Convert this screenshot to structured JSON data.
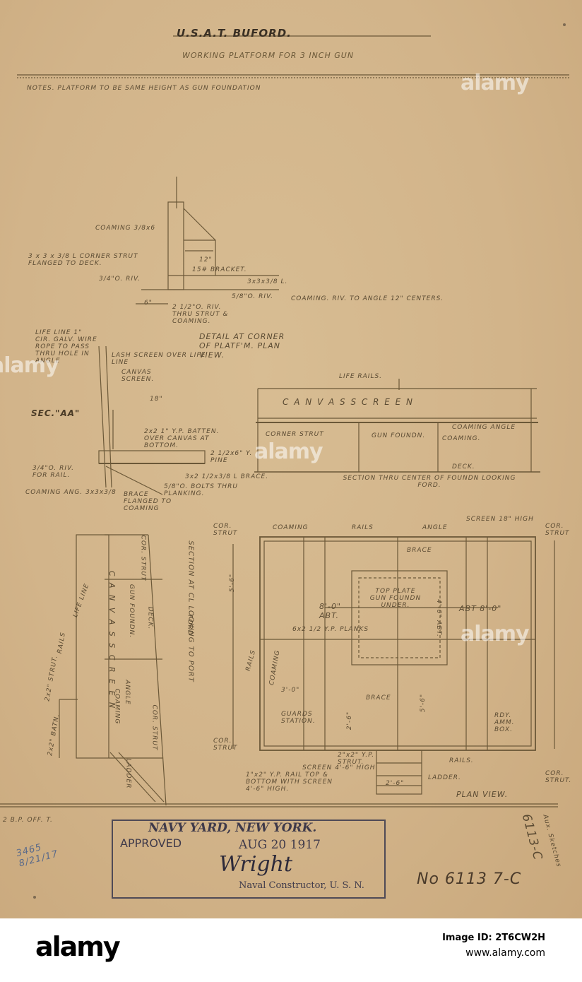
{
  "drawing": {
    "title": "U.S.A.T. BUFORD.",
    "subtitle": "WORKING PLATFORM FOR 3 INCH GUN",
    "notes": "NOTES. PLATFORM TO BE SAME HEIGHT AS GUN FOUNDATION",
    "detail": {
      "coaming": "COAMING 3/8x6",
      "corner_strut": "3 x 3 x 3/8 L CORNER STRUT FLANGED TO DECK.",
      "riv_34": "3/4\"O. RIV.",
      "dim_12": "12\"",
      "bracket": "15# BRACKET.",
      "angle_l": "3x3x3/8 L.",
      "dim_6": "6\"",
      "riv_thru": "2 1/2\"O. RIV. THRU STRUT & COAMING.",
      "riv_58": "5/8\"O. RIV.",
      "coaming_riv": "COAMING. RIV. TO ANGLE 12\" CENTERS.",
      "caption": "DETAIL AT CORNER OF PLATF'M. PLAN VIEW."
    },
    "section_aa": {
      "label": "SEC.\"AA\"",
      "life_line": "LIFE LINE 1\" CIR. GALV. WIRE ROPE TO PASS THRU HOLE IN ANGLE",
      "lash_screen": "LASH SCREEN OVER LIFE LINE",
      "canvas_screen": "CANVAS SCREEN.",
      "dim_18": "18\"",
      "batten": "2x2 1\" Y.P. BATTEN. OVER CANVAS AT BOTTOM.",
      "pine": "2 1/2x6\" Y. PINE",
      "brace": "3x2 1/2x3/8 L BRACE.",
      "bolts": "5/8\"O. BOLTS THRU PLANKING.",
      "brace_flanged": "BRACE FLANGED TO COAMING",
      "coaming_ang": "COAMING ANG. 3x3x3/8",
      "riv_for_rail": "3/4\"O. RIV. FOR RAIL."
    },
    "section_center": {
      "life_rails": "LIFE RAILS.",
      "canvas_screen": "C A N V A S   S C R E E N",
      "corner_strut": "CORNER STRUT",
      "gun_foundation": "GUN FOUNDN.",
      "coaming_angle": "COAMING ANGLE",
      "coaming": "COAMING.",
      "deck": "DECK.",
      "caption": "SECTION THRU CENTER OF FOUNDN LOOKING FORD."
    },
    "section_port": {
      "canvas_screen": "C A N V A S   S C R E E N",
      "life_line": "LIFE LINE",
      "rails": "RAILS",
      "strut": "2x2\" STRUT.",
      "batn": "2x2\" BATN.",
      "gun_foundation": "GUN FOUNDN.",
      "cor_strut": "COR. STRUT",
      "coaming": "COAMING",
      "angle": "ANGLE",
      "deck": "DECK.",
      "ladder": "LADDER",
      "caption": "SECTION AT CL LOOKING TO PORT",
      "ford": "FORD"
    },
    "plan": {
      "cor_strut": "COR. STRUT",
      "coaming": "COAMING",
      "rails": "RAILS",
      "angle": "ANGLE",
      "screen_18": "SCREEN 18\" HIGH",
      "cor_strut_right": "COR. STRUT",
      "brace": "BRACE",
      "top_plate": "TOP PLATE GUN FOUNDN UNDER.",
      "dim_56": "5'-6\"",
      "abt_8": "8'-0\" ABT.",
      "abt_8_right": "ABT 8'-0\"",
      "dim_46": "4'-6\" ABT.",
      "planks": "6x2 1/2 Y.P. PLANKS",
      "rails_left": "RAILS",
      "coaming_left": "COAMING",
      "dim_30": "3'-0\"",
      "brace_mid": "BRACE",
      "dim_56b": "5'-6\"",
      "guards_station": "GUARDS STATION.",
      "dim_26": "2'-6\"",
      "rdy_box": "RDY. AMM. BOX.",
      "cor_strut_bl": "COR. STRUT",
      "yp_strut": "2\"x2\" Y.P. STRUT.",
      "screen_46": "SCREEN 4'-6\" HIGH",
      "rail_note": "1\"x2\" Y.P. RAIL TOP & BOTTOM WITH SCREEN 4'-6\" HIGH.",
      "rails_bottom": "RAILS.",
      "dim_26b": "2'-6\"",
      "ladder": "LADDER.",
      "cor_strut_br": "COR. STRUT.",
      "caption": "PLAN VIEW."
    },
    "margin": {
      "bp_off": "2 B.P. OFF. T.",
      "right_number": "6113-C",
      "right_note": "Aux. Sketches",
      "handwritten": "3465 8/21/17",
      "number": "No 6113 7-C"
    },
    "stamp": {
      "line1": "NAVY YARD, NEW YORK.",
      "approved": "APPROVED",
      "date": "AUG 20 1917",
      "signature": "Wright",
      "footer": "Naval Constructor, U. S. N."
    }
  },
  "watermarks": [
    "alamy",
    "alamy",
    "alamy",
    "alamy"
  ],
  "footer": {
    "logo": "alamy",
    "image_id": "Image ID: 2T6CW2H",
    "url": "www.alamy.com"
  }
}
